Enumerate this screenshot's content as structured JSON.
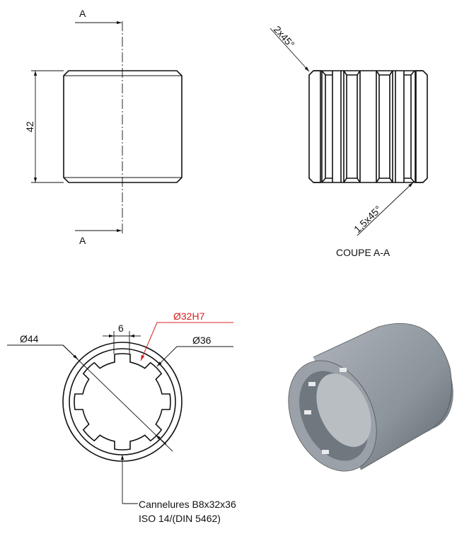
{
  "front_view": {
    "section_label_top": "A",
    "section_label_bottom": "A",
    "height_dim": "42"
  },
  "section_view": {
    "chamfer_top": "2x45°",
    "chamfer_bottom": "1,5x45°",
    "title": "COUPE  A-A"
  },
  "end_view": {
    "dia_outer": "Ø44",
    "dia_major": "Ø36",
    "dia_minor": "Ø32H7",
    "slot_width": "6",
    "note_line1": "Cannelures B8x32x36",
    "note_line2": "ISO 14/(DIN 5462)",
    "spline_count": 8
  },
  "colors": {
    "line": "#111111",
    "tolerance": "#d42020",
    "body": "#8e969e"
  }
}
